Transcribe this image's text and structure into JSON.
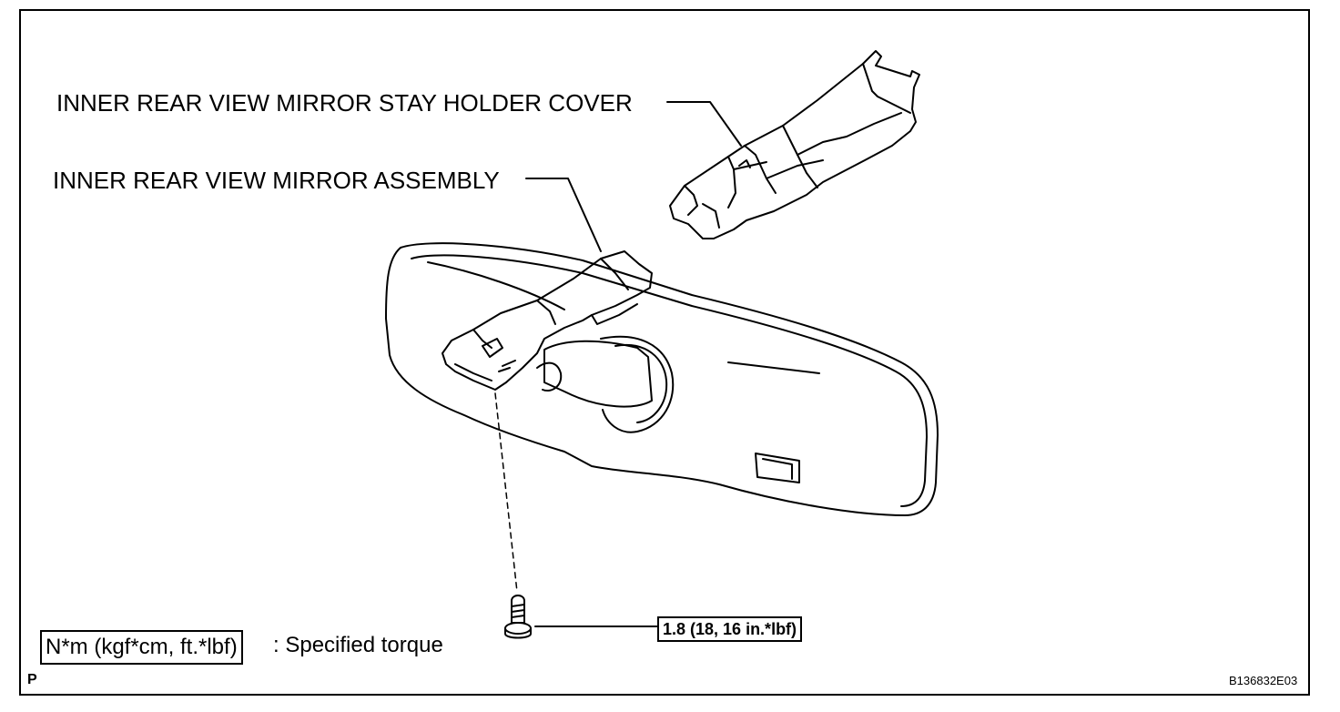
{
  "labels": {
    "stay_holder_cover": "INNER REAR VIEW MIRROR STAY HOLDER COVER",
    "mirror_assembly": "INNER REAR VIEW MIRROR ASSEMBLY"
  },
  "torque": {
    "value": "1.8 (18, 16 in.*lbf)"
  },
  "legend": {
    "units": "N*m (kgf*cm, ft.*lbf)",
    "description": ": Specified torque"
  },
  "corner": {
    "left_mark": "P",
    "figure_code": "B136832E03"
  }
}
